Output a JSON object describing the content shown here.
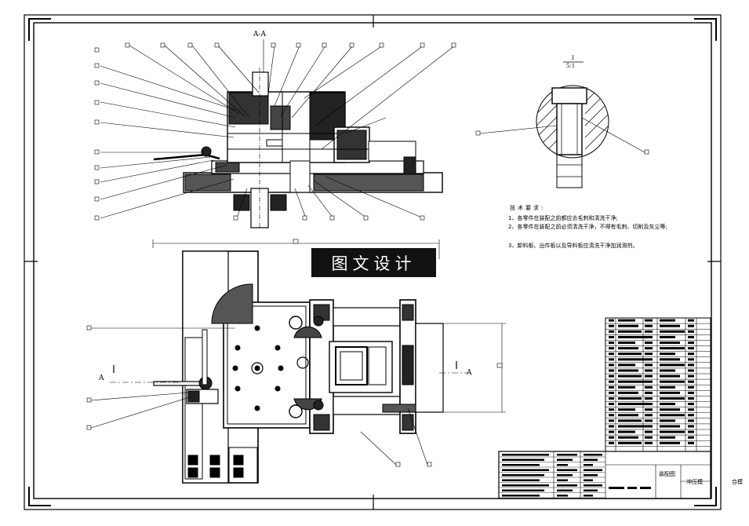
{
  "drawing": {
    "section_label": "A-A",
    "detail_label_num": "I",
    "detail_label_scale": "5:1",
    "cut_label_left": "A",
    "cut_label_right": "A",
    "stamp_text": "图文设计"
  },
  "tech_requirements": {
    "title": "技术要求:",
    "items": [
      "1、各零件在装配之前都应去毛刺和清洗干净;",
      "2、各零件在装配之前必须清洗干净，不得有毛刺、切削及灰尘等;",
      "3、卸料板、出件板以及导料板应清洗干净加润滑剂。"
    ]
  },
  "title_block": {
    "drawing_name": "装配图",
    "part_name": "冲压模",
    "outside_note": "合模"
  }
}
